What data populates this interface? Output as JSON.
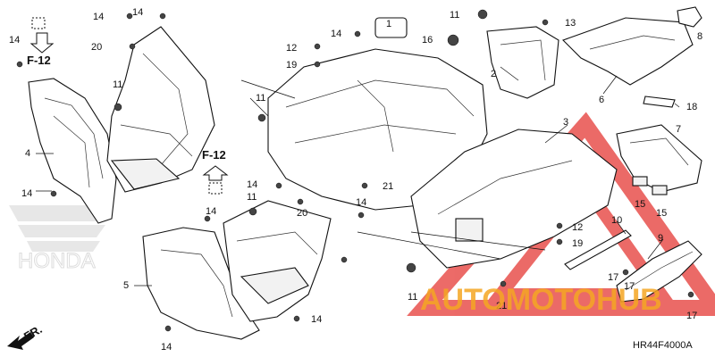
{
  "diagram_code": "HR44F4000A",
  "frame_refs": [
    "F-12",
    "F-12"
  ],
  "direction_label": "FR.",
  "callouts": [
    "14",
    "14",
    "14",
    "14",
    "20",
    "11",
    "4",
    "14",
    "5",
    "14",
    "14",
    "14",
    "11",
    "20",
    "14",
    "21",
    "14",
    "1",
    "11",
    "12",
    "19",
    "14",
    "16",
    "2",
    "13",
    "11",
    "8",
    "6",
    "18",
    "3",
    "7",
    "15",
    "15",
    "10",
    "12",
    "19",
    "9",
    "17",
    "21",
    "11",
    "17",
    "17"
  ],
  "watermark": {
    "text": "AUTOMOTOHUB",
    "brand": "HONDA",
    "colors": {
      "red": "#e53935",
      "orange": "#f5a623",
      "dark": "#333333",
      "watermark_gray": "#bdbdbd"
    }
  }
}
